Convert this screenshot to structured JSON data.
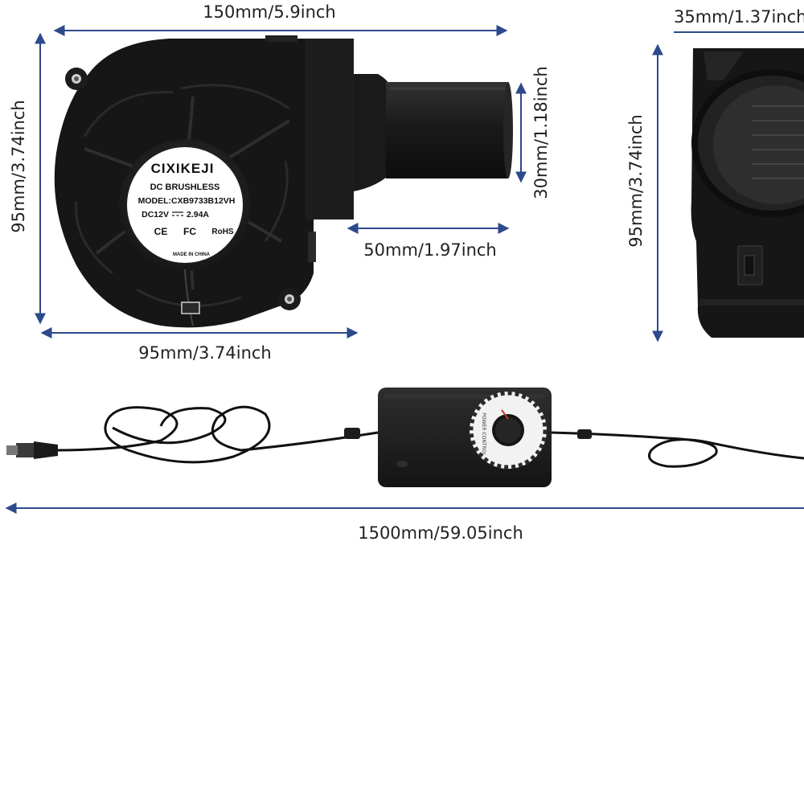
{
  "dimensions": {
    "blower_width": "150mm/5.9inch",
    "blower_height": "95mm/3.74inch",
    "outlet_diameter": "30mm/1.18inch",
    "outlet_length": "50mm/1.97inch",
    "housing_width": "95mm/3.74inch",
    "side_width": "35mm/1.37inch",
    "side_height": "95mm/3.74inch",
    "cable_length": "1500mm/59.05inch"
  },
  "fan_label": {
    "brand": "CIXIKEJI",
    "registered": "®",
    "line1": "DC  BRUSHLESS",
    "model": "MODEL:CXB9733B12VH",
    "rating_voltage": "DC12V",
    "rating_current": "2.94A",
    "cert_ce": "CE",
    "cert_fc": "FC",
    "cert_rohs": "RoHS",
    "origin": "MADE IN CHINA"
  },
  "controller": {
    "knob_label": "POWER CONTROL"
  },
  "colors": {
    "arrow": "#2c4a8c",
    "product": "#161616",
    "product_light": "#2b2b2b",
    "label_bg": "#ffffff"
  },
  "icons": {
    "dc_symbol": "dc-symbol-icon",
    "knob": "dial-knob-icon"
  }
}
